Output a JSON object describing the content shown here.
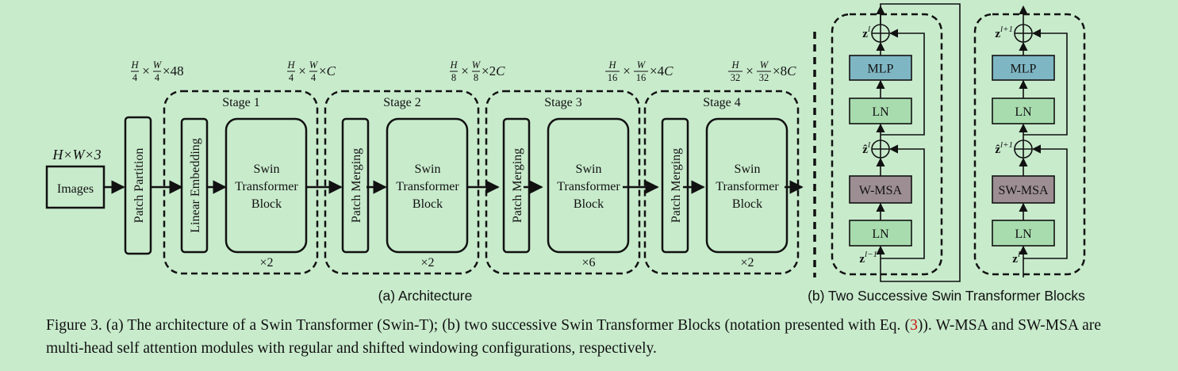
{
  "architecture": {
    "input_dim": "H×W×3",
    "input_label": "Images",
    "patch_partition_label": "Patch Partition",
    "dims": [
      {
        "num1": "H",
        "den1": "4",
        "num2": "W",
        "den2": "4",
        "suffix": "×48"
      },
      {
        "num1": "H",
        "den1": "4",
        "num2": "W",
        "den2": "4",
        "suffix": "×C"
      },
      {
        "num1": "H",
        "den1": "8",
        "num2": "W",
        "den2": "8",
        "suffix": "×2C"
      },
      {
        "num1": "H",
        "den1": "16",
        "num2": "W",
        "den2": "16",
        "suffix": "×4C"
      },
      {
        "num1": "H",
        "den1": "32",
        "num2": "W",
        "den2": "32",
        "suffix": "×8C"
      }
    ],
    "stages": [
      {
        "title": "Stage 1",
        "entry": "Linear Embedding",
        "block": [
          "Swin",
          "Transformer",
          "Block"
        ],
        "repeat": "×2"
      },
      {
        "title": "Stage 2",
        "entry": "Patch Merging",
        "block": [
          "Swin",
          "Transformer",
          "Block"
        ],
        "repeat": "×2"
      },
      {
        "title": "Stage 3",
        "entry": "Patch Merging",
        "block": [
          "Swin",
          "Transformer",
          "Block"
        ],
        "repeat": "×6"
      },
      {
        "title": "Stage 4",
        "entry": "Patch Merging",
        "block": [
          "Swin",
          "Transformer",
          "Block"
        ],
        "repeat": "×2"
      }
    ],
    "subcaption": "(a) Architecture"
  },
  "blocks": {
    "left": {
      "top_var": "z",
      "top_sup": "l",
      "mid_var": "ẑ",
      "mid_sup": "l",
      "in_var": "z",
      "in_sup": "l−1",
      "mlp": "MLP",
      "ln_top": "LN",
      "attn": "W-MSA",
      "ln_bottom": "LN"
    },
    "right": {
      "top_var": "z",
      "top_sup": "l+1",
      "mid_var": "ẑ",
      "mid_sup": "l+1",
      "in_var": "z",
      "in_sup": "l",
      "mlp": "MLP",
      "ln_top": "LN",
      "attn": "SW-MSA",
      "ln_bottom": "LN"
    },
    "subcaption": "(b) Two Successive Swin Transformer Blocks"
  },
  "caption": {
    "part1": "Figure 3. (a) The architecture of a Swin Transformer (Swin-T); (b) two successive Swin Transformer Blocks (notation presented with Eq. (",
    "ref": "3",
    "part2": ")). W-MSA and SW-MSA are multi-head self attention modules with regular and shifted windowing configurations, respectively."
  },
  "colors": {
    "background": "#c8ebcc",
    "ln_fill": "#a8dcae",
    "mlp_fill": "#7fb6c4",
    "msa_fill": "#9c8e93",
    "stroke": "#111111",
    "ref": "#cc1111"
  }
}
